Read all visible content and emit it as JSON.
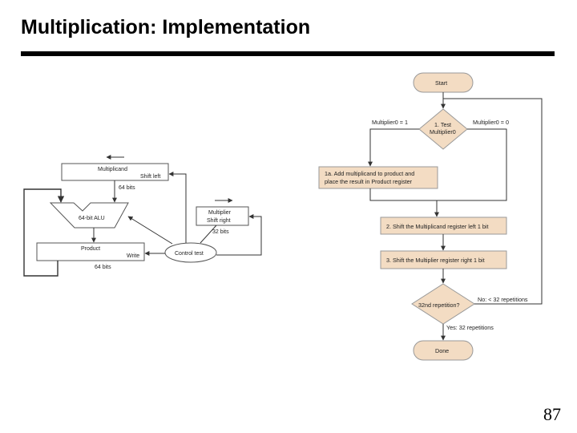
{
  "slide": {
    "title": "Multiplication:  Implementation",
    "page_number": "87"
  },
  "hardware": {
    "multiplicand": "Multiplicand",
    "shift_left": "Shift left",
    "bits_64_top": "64 bits",
    "alu": "64-bit ALU",
    "multiplier": "Multiplier",
    "shift_right": "Shift right",
    "bits_32": "32 bits",
    "product": "Product",
    "write": "Write",
    "control": "Control test",
    "bits_64_bottom": "64 bits"
  },
  "flowchart": {
    "start": "Start",
    "test_line1": "1. Test",
    "test_line2": "Multiplier0",
    "branch_left": "Multiplier0 = 1",
    "branch_right": "Multiplier0 = 0",
    "step1a_line1": "1a. Add multiplicand to product and",
    "step1a_line2": "place the result in Product register",
    "step2": "2. Shift the Multiplicand register left 1 bit",
    "step3": "3. Shift the Multiplier register right 1 bit",
    "decision": "32nd repetition?",
    "no_label": "No: < 32 repetitions",
    "yes_label": "Yes: 32 repetitions",
    "done": "Done"
  },
  "colors": {
    "box_fill": "#f3dcc3",
    "box_stroke": "#999999",
    "line": "#333333",
    "rule": "#000000"
  }
}
